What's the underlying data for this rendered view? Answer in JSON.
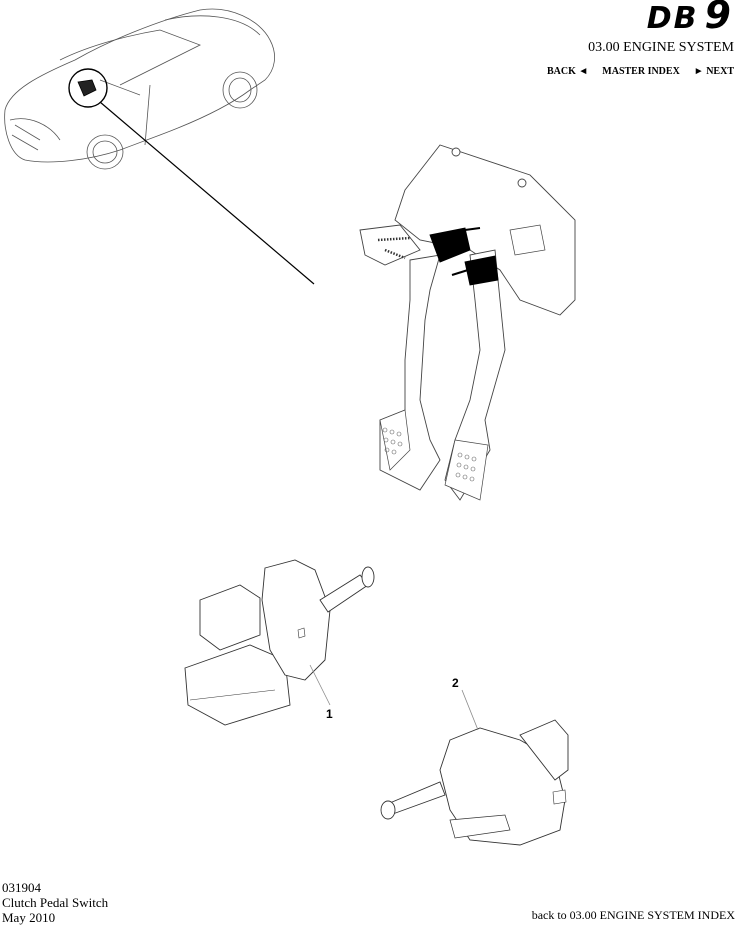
{
  "header": {
    "logo_text": "DB",
    "logo_number": "9",
    "section_title": "03.00 ENGINE SYSTEM",
    "nav": {
      "back_label": "BACK",
      "back_icon": "◄",
      "master_index_label": "MASTER INDEX",
      "next_icon": "►",
      "next_label": "NEXT"
    }
  },
  "illustrations": {
    "car_overview": "car-locator-view",
    "pedal_box": "pedal-assembly-view",
    "parts": [
      {
        "callout": "1",
        "name": "clutch-pedal-switch-1"
      },
      {
        "callout": "2",
        "name": "clutch-pedal-switch-2"
      }
    ]
  },
  "footer": {
    "part_number": "031904",
    "part_title": "Clutch Pedal Switch",
    "date": "May 2010",
    "back_link": "back to 03.00 ENGINE SYSTEM INDEX"
  }
}
